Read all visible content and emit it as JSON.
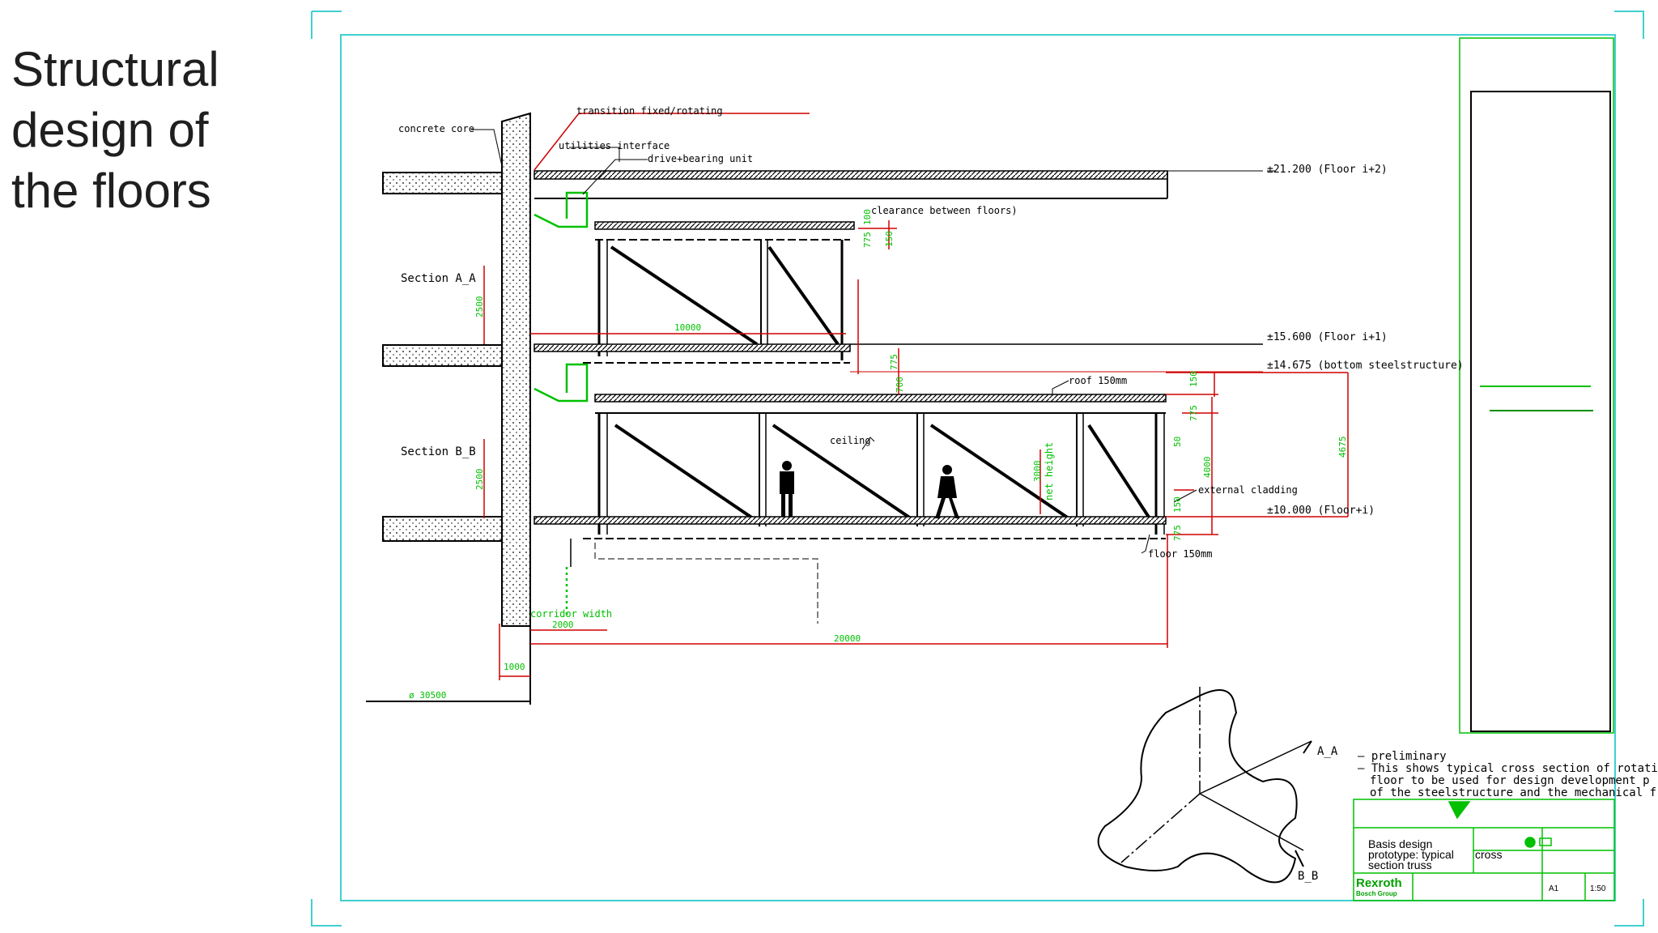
{
  "slide": {
    "title_lines": [
      "Structural",
      "design of",
      "the floors"
    ]
  },
  "drawing": {
    "labels": {
      "concrete_core": "concrete core",
      "transition": "transition fixed/rotating",
      "utilities": "utilities interface",
      "drive": "drive+bearing unit",
      "clearance": "clearance between floors)",
      "section_aa": "Section  A_A",
      "section_bb": "Section  B_B",
      "roof": "roof 150mm",
      "ceiling": "ceiling",
      "external_cladding": "external cladding",
      "floor": "floor 150mm",
      "corridor_width": "corridor width",
      "net_height": "net height"
    },
    "levels": {
      "floor_i2": "±21.200  (Floor i+2)",
      "floor_i1": "±15.600  (Floor i+1)",
      "bottom_steel": "±14.675  (bottom steelstructure)",
      "floor_i": "±10.000  (Floor+i)"
    },
    "dimensions": {
      "d100": "100",
      "d775a": "775",
      "d150a": "150",
      "d2500a": "2500",
      "d10000": "10000",
      "d775b": "775",
      "d700": "700",
      "d150b": "150",
      "d775c": "775",
      "d50": "50",
      "d4000": "4000",
      "d4675": "4675",
      "d3000": "3000",
      "d2500b": "2500",
      "d150c": "150",
      "d775d": "775",
      "d2000": "2000",
      "d20000": "20000",
      "d1000": "1000",
      "d30500": "ø 30500"
    },
    "key_plan": {
      "label_aa": "A_A",
      "label_bb": "B_B"
    },
    "notes": [
      "—  preliminary",
      "—  This shows typical cross section of rotatir",
      "floor  to  be  used  for  design  development  p",
      "of  the  steelstructure  and  the  mechanical  f"
    ],
    "title_block": {
      "line1": "Basis design",
      "line2": "prototype:  typical",
      "line2_highlight": "cross",
      "line3": "section  truss",
      "brand": "Rexroth",
      "brand_sub": "Bosch Group",
      "sheet": "A1",
      "scale": "1:50"
    }
  },
  "colors": {
    "frame": "#40d0d0",
    "dimension": "#d00000",
    "green": "#00c000",
    "line": "#000000"
  }
}
